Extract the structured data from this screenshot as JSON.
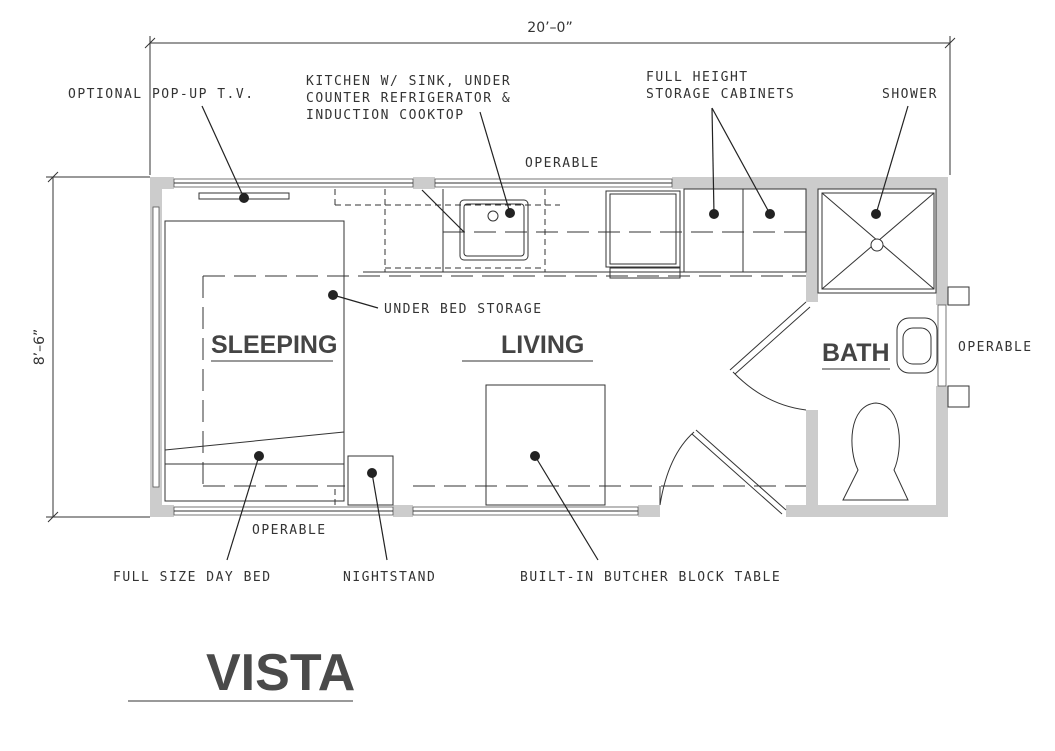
{
  "title": "VISTA",
  "dimensions": {
    "length": "20’–0”",
    "width": "8’–6”"
  },
  "rooms": {
    "sleeping": "SLEEPING",
    "living": "LIVING",
    "bath": "BATH"
  },
  "callouts": {
    "popup_tv": "OPTIONAL POP-UP T.V.",
    "kitchen": [
      "KITCHEN W/ SINK, UNDER",
      "COUNTER REFRIGERATOR &",
      "INDUCTION COOKTOP"
    ],
    "cabinets": [
      "FULL HEIGHT",
      "STORAGE CABINETS"
    ],
    "shower": "SHOWER",
    "window_top": "OPERABLE",
    "window_right": "OPERABLE",
    "window_bottom": "OPERABLE",
    "under_bed": "UNDER BED STORAGE",
    "day_bed": "FULL SIZE DAY BED",
    "nightstand": "NIGHTSTAND",
    "table": "BUILT-IN BUTCHER BLOCK TABLE"
  }
}
